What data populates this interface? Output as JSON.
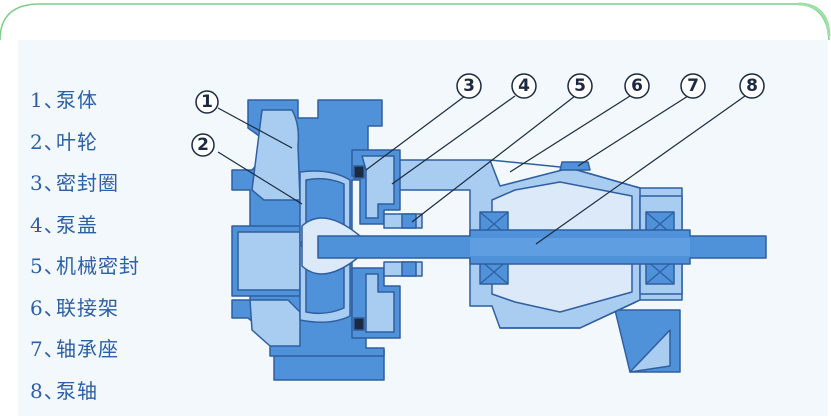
{
  "colors": {
    "body_blue": "#4f92da",
    "light_blue": "#a9ccf1",
    "outline": "#2f5fa0",
    "text": "#2b5fa6",
    "frame_green": "#7ccf8a"
  },
  "legend": [
    {
      "num": "1、",
      "label": "泵体"
    },
    {
      "num": "2、",
      "label": "叶轮"
    },
    {
      "num": "3、",
      "label": "密封圈"
    },
    {
      "num": "4、",
      "label": "泵盖"
    },
    {
      "num": "5、",
      "label": "机械密封"
    },
    {
      "num": "6、",
      "label": "联接架"
    },
    {
      "num": "7、",
      "label": "轴承座"
    },
    {
      "num": "8、",
      "label": "泵轴"
    }
  ],
  "callouts": [
    "1",
    "2",
    "3",
    "4",
    "5",
    "6",
    "7",
    "8"
  ]
}
